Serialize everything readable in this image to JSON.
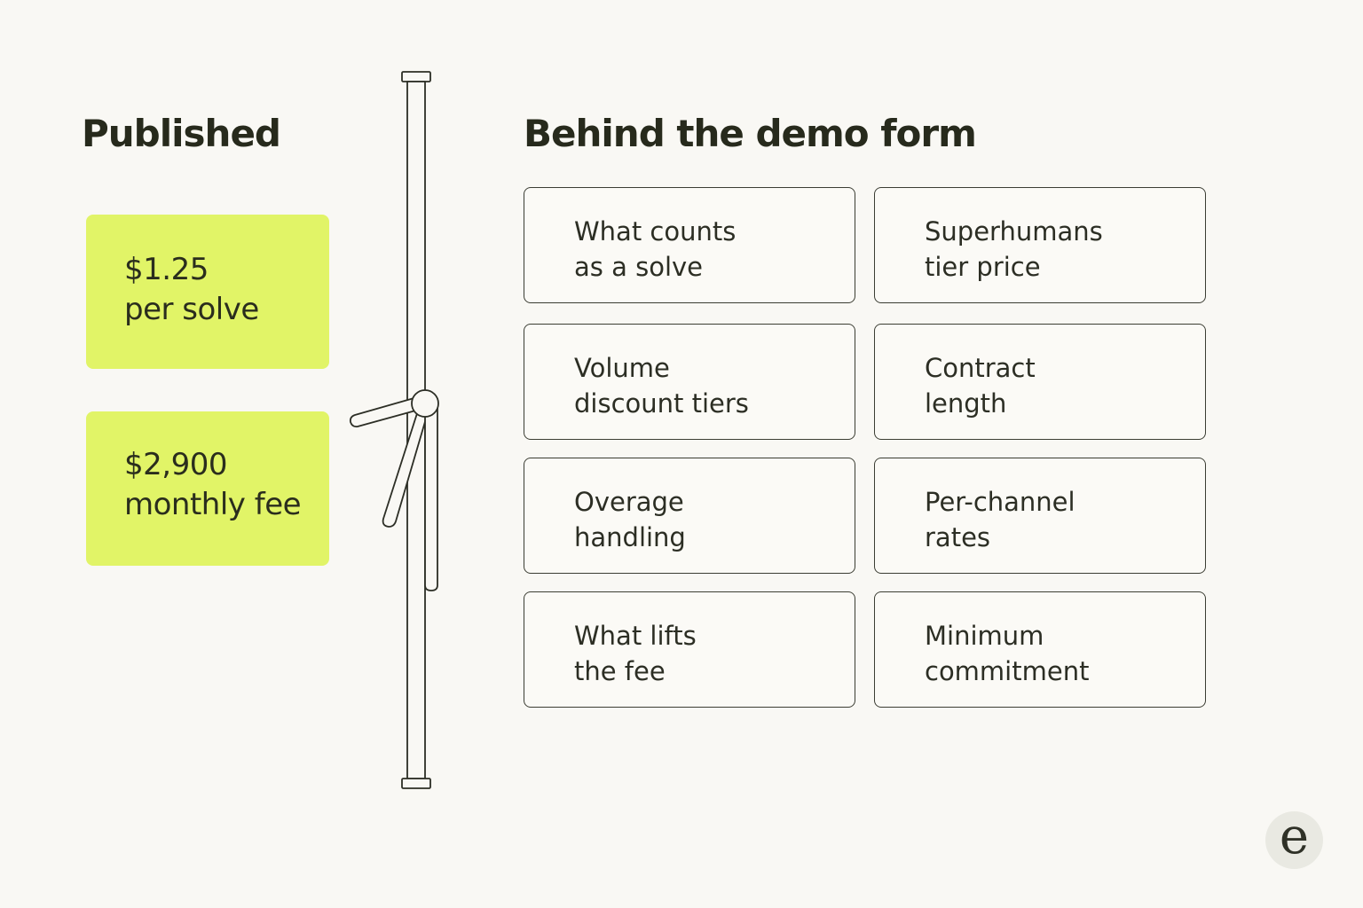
{
  "published": {
    "heading": "Published",
    "cards": [
      {
        "amount": "$1.25",
        "unit": "per solve"
      },
      {
        "amount": "$2,900",
        "unit": "monthly fee"
      }
    ]
  },
  "behind_the_form": {
    "heading": "Behind the demo form",
    "items": [
      {
        "line1": "What counts",
        "line2": "as a solve"
      },
      {
        "line1": "Superhumans",
        "line2": "tier price"
      },
      {
        "line1": "Volume",
        "line2": "discount tiers"
      },
      {
        "line1": "Contract",
        "line2": "length"
      },
      {
        "line1": "Overage",
        "line2": "handling"
      },
      {
        "line1": "Per-channel",
        "line2": "rates"
      },
      {
        "line1": "What lifts",
        "line2": "the fee"
      },
      {
        "line1": "Minimum",
        "line2": "commitment"
      }
    ]
  },
  "logo": {
    "letter": "e"
  },
  "colors": {
    "background": "#f9f8f4",
    "accent_card": "#e1f467",
    "ink": "#232519",
    "outline": "#3b3d33"
  },
  "icons": [
    "turnstile-icon"
  ]
}
